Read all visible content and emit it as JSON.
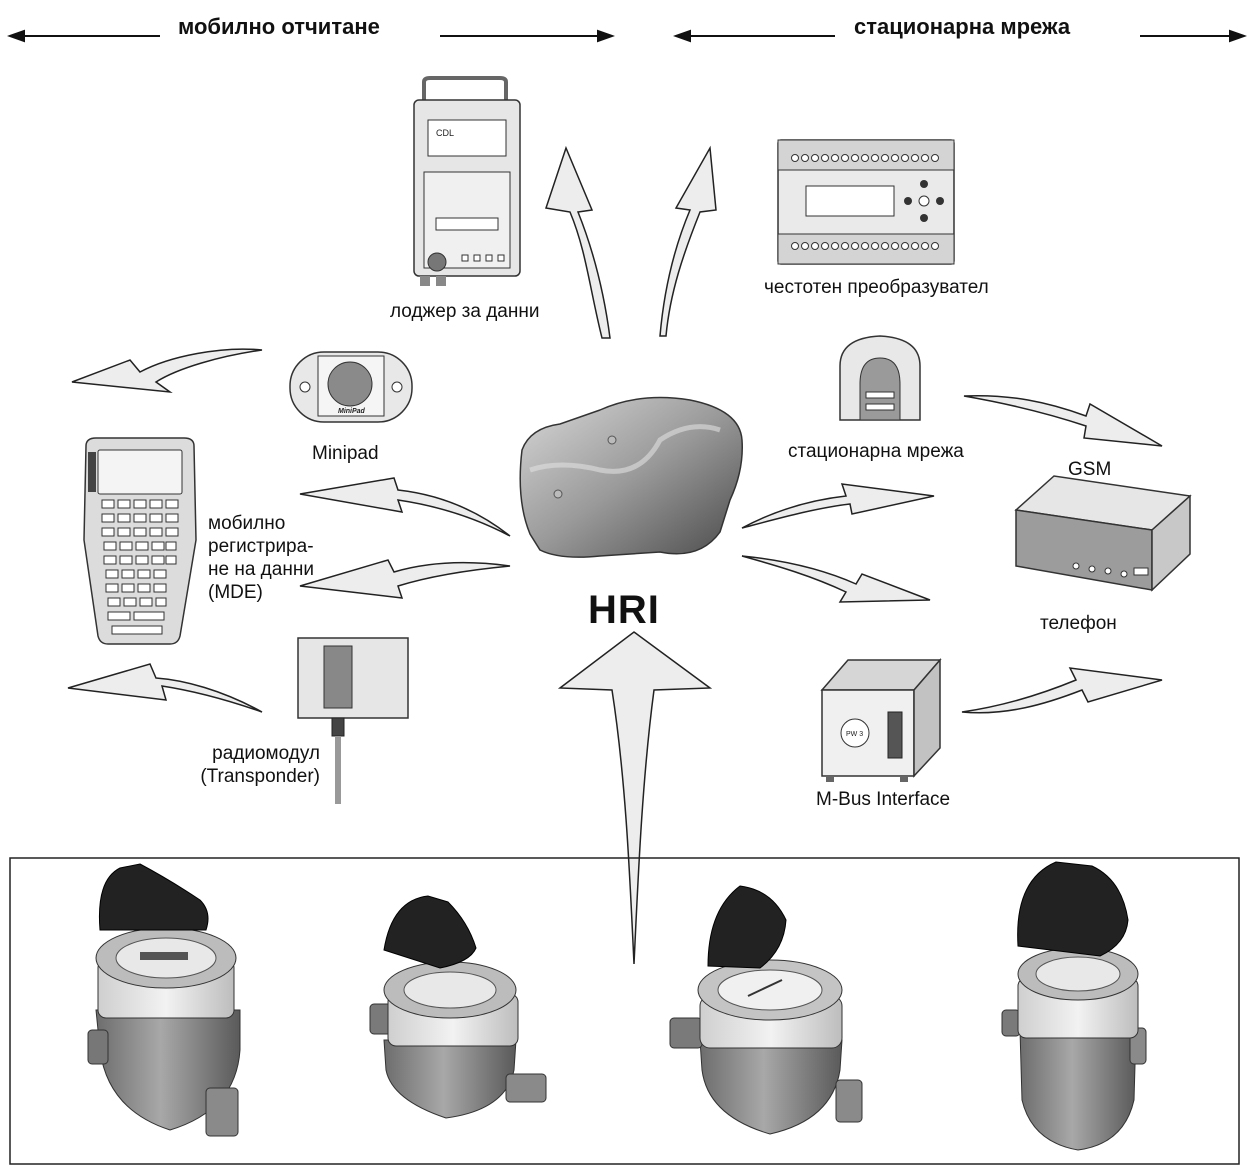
{
  "header": {
    "left_title": "мобилно отчитане",
    "right_title": "стационарна мрежа"
  },
  "center": {
    "label": "HRI"
  },
  "devices": {
    "logger": {
      "label": "лоджер за данни",
      "screen_text": "CDL"
    },
    "converter": {
      "label": "честотен преобразувател"
    },
    "minipad": {
      "label": "Minipad",
      "badge": "MiniPad"
    },
    "mde": {
      "label_lines": [
        "мобилно",
        "регистрира-",
        "не на данни",
        "(MDE)"
      ]
    },
    "transponder": {
      "label_lines": [
        "радиомодул",
        "(Transponder)"
      ]
    },
    "stationary": {
      "label": "стационарна мрежа"
    },
    "gsm": {
      "label": "GSM"
    },
    "phone": {
      "label": "телефон"
    },
    "mbus": {
      "label": "M-Bus Interface",
      "badge": "PW 3"
    }
  },
  "meters": {
    "count": 4
  },
  "colors": {
    "arrow_fill": "#ededed",
    "stroke": "#222222",
    "device_fill": "#e4e4e4",
    "device_dark": "#666666"
  }
}
